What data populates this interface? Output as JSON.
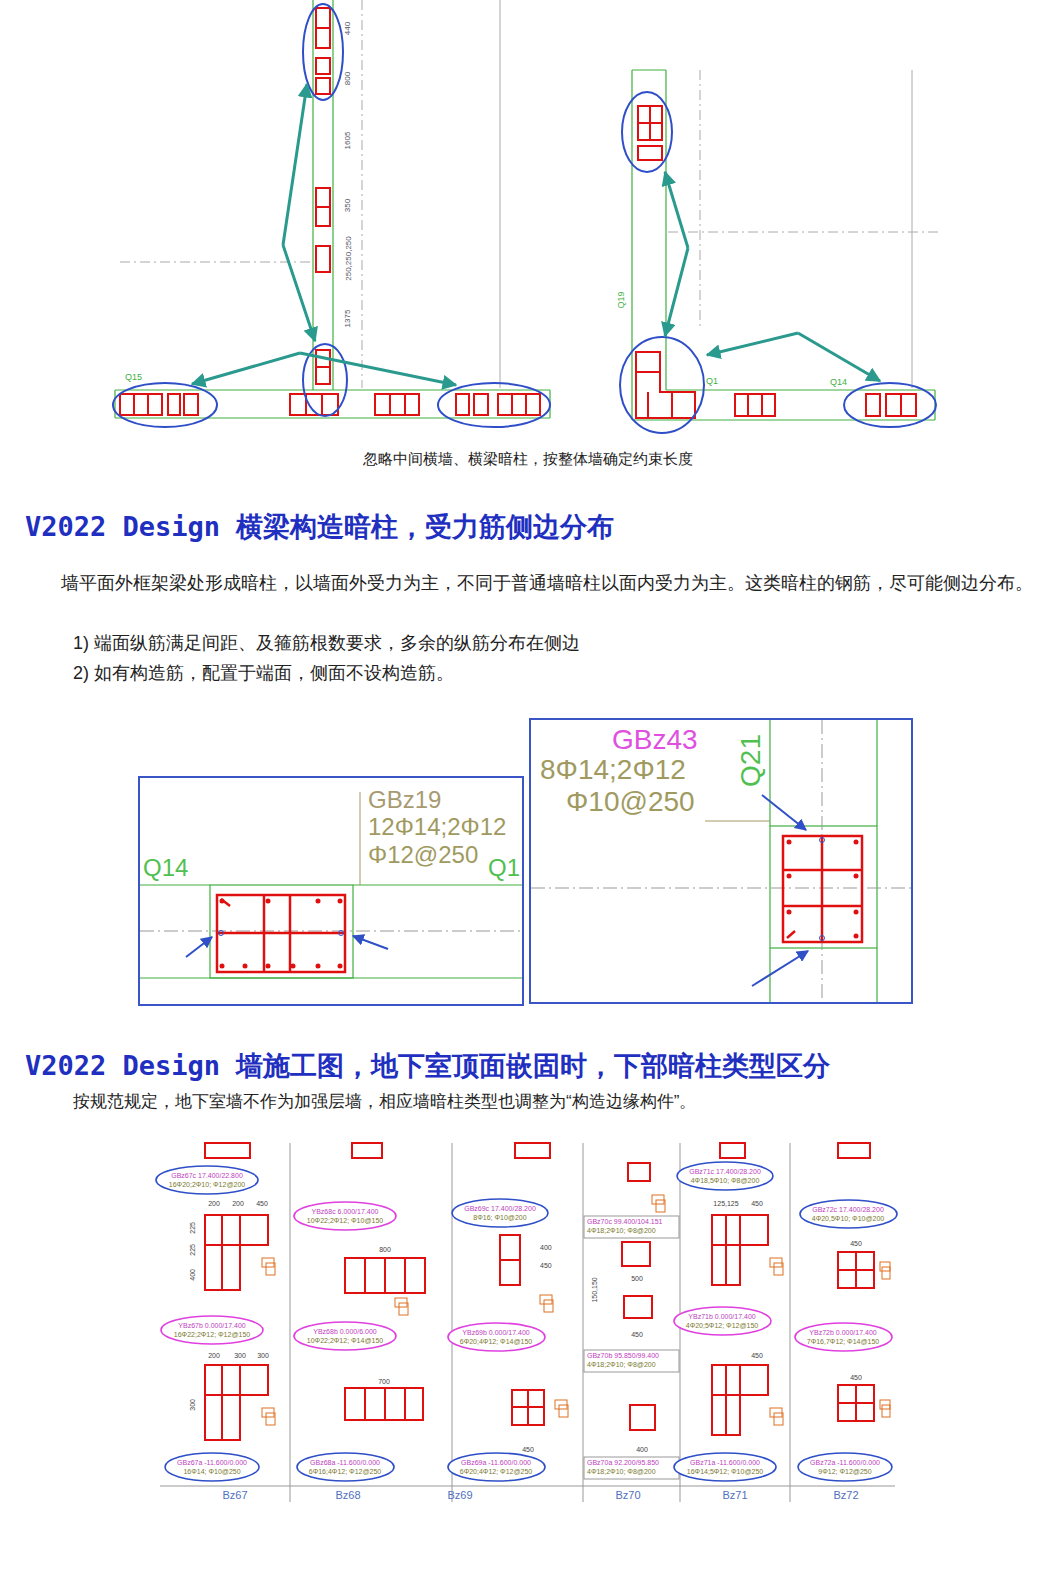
{
  "diagram": {
    "caption": "忽略中间横墙、横梁暗柱，按整体墙确定约束长度",
    "nodes": [
      {
        "text": [
          "GBz19",
          "12Φ14;2Φ12",
          "Φ12@250",
          "Q14",
          "Q1"
        ]
      },
      {
        "text": [
          "GBz43",
          "8Φ14;2Φ12",
          "Φ10@250",
          "Q21"
        ]
      },
      {
        "text": [
          "GBz67c 17.400/22.800",
          "16Φ20;2Φ10; Φ12@200"
        ]
      },
      {
        "text": [
          "YBz68c 6.000/17.400",
          "10Φ22;2Φ12; Φ10@150"
        ]
      },
      {
        "text": [
          "GBz69c 17.400/28.200",
          "8Φ16; Φ10@200"
        ]
      },
      {
        "text": [
          "GBz71c 17.400/28.200",
          "4Φ18,5Φ10; Φ8@200"
        ]
      },
      {
        "text": [
          "GBz72c 17.400/28.200",
          "4Φ20,5Φ10; Φ10@200"
        ]
      },
      {
        "text": [
          "YBz67b 0.000/17.400",
          "16Φ22;2Φ12; Φ12@150"
        ]
      },
      {
        "text": [
          "YBz68b 0.000/6.000",
          "10Φ22;2Φ12; Φ14@150"
        ]
      },
      {
        "text": [
          "YBz69b 0.000/17.400",
          "6Φ20;4Φ12; Φ14@150"
        ]
      },
      {
        "text": [
          "YBz71b 0.000/17.400",
          "4Φ20;5Φ12; Φ12@150"
        ]
      },
      {
        "text": [
          "YBz72b 0.000/17.400",
          "7Φ16,7Φ12; Φ14@150"
        ]
      },
      {
        "text": [
          "GBz67a -11.600/0.000",
          "16Φ14; Φ10@250"
        ]
      },
      {
        "text": [
          "GBz68a -11.600/0.000",
          "6Φ16;4Φ12; Φ12@250"
        ]
      },
      {
        "text": [
          "GBz69a -11.600/0.000",
          "6Φ20;4Φ12; Φ12@250"
        ]
      },
      {
        "text": [
          "GBz71a -11.600/0.000",
          "16Φ14;5Φ12; Φ10@250"
        ]
      },
      {
        "text": [
          "GBz72a -11.600/0.000",
          "9Φ12; Φ12@250"
        ]
      }
    ],
    "labels": [
      "V2022 Design 横梁构造暗柱，受力筋侧边分布",
      "墙平面外框架梁处形成暗柱，以墙面外受力为主，不同于普通墙暗柱以面内受力为主。这类暗柱的钢筋，尽可能侧边分布。",
      "1) 端面纵筋满足间距、及箍筋根数要求，多余的纵筋分布在侧边",
      "2) 如有构造筋，配置于端面，侧面不设构造筋。",
      "V2022 Design 墙施工图，地下室顶面嵌固时，下部暗柱类型区分",
      "按规范规定，地下室墙不作为加强层墙，相应墙暗柱类型也调整为“构造边缘构件”。",
      "Q15",
      "Q19",
      "Q1",
      "Q14",
      "440",
      "800",
      "1605",
      "350",
      "250,250,250",
      "1375",
      "GBz70c 99.400/104.151",
      "4Φ18;2Φ10; Φ8@200",
      "GBz70b 95.850/99.400",
      "4Φ18;2Φ10; Φ8@200",
      "GBz70a 92.200/95.850",
      "4Φ18;2Φ10; Φ8@200",
      "Bz67",
      "Bz68",
      "Bz69",
      "Bz70",
      "Bz71",
      "Bz72",
      "200",
      "200",
      "450",
      "225",
      "225",
      "400",
      "800",
      "400",
      "450",
      "500",
      "125,125",
      "450",
      "450",
      "200",
      "300",
      "300",
      "300",
      "700",
      "450",
      "450",
      "400",
      "150,150",
      "450",
      "450"
    ]
  }
}
